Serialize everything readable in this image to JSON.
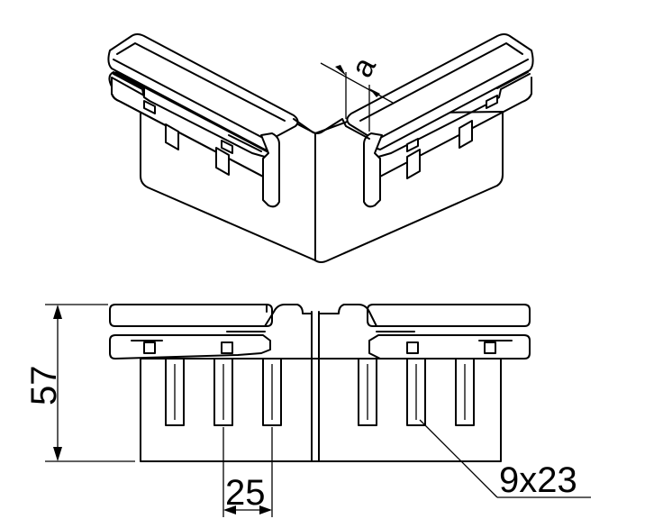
{
  "drawing": {
    "dimensions": {
      "height": "57",
      "slot_pitch": "25",
      "slot_size": "9x23",
      "thickness": "a"
    },
    "colors": {
      "line": "#000000",
      "background": "#ffffff"
    }
  }
}
